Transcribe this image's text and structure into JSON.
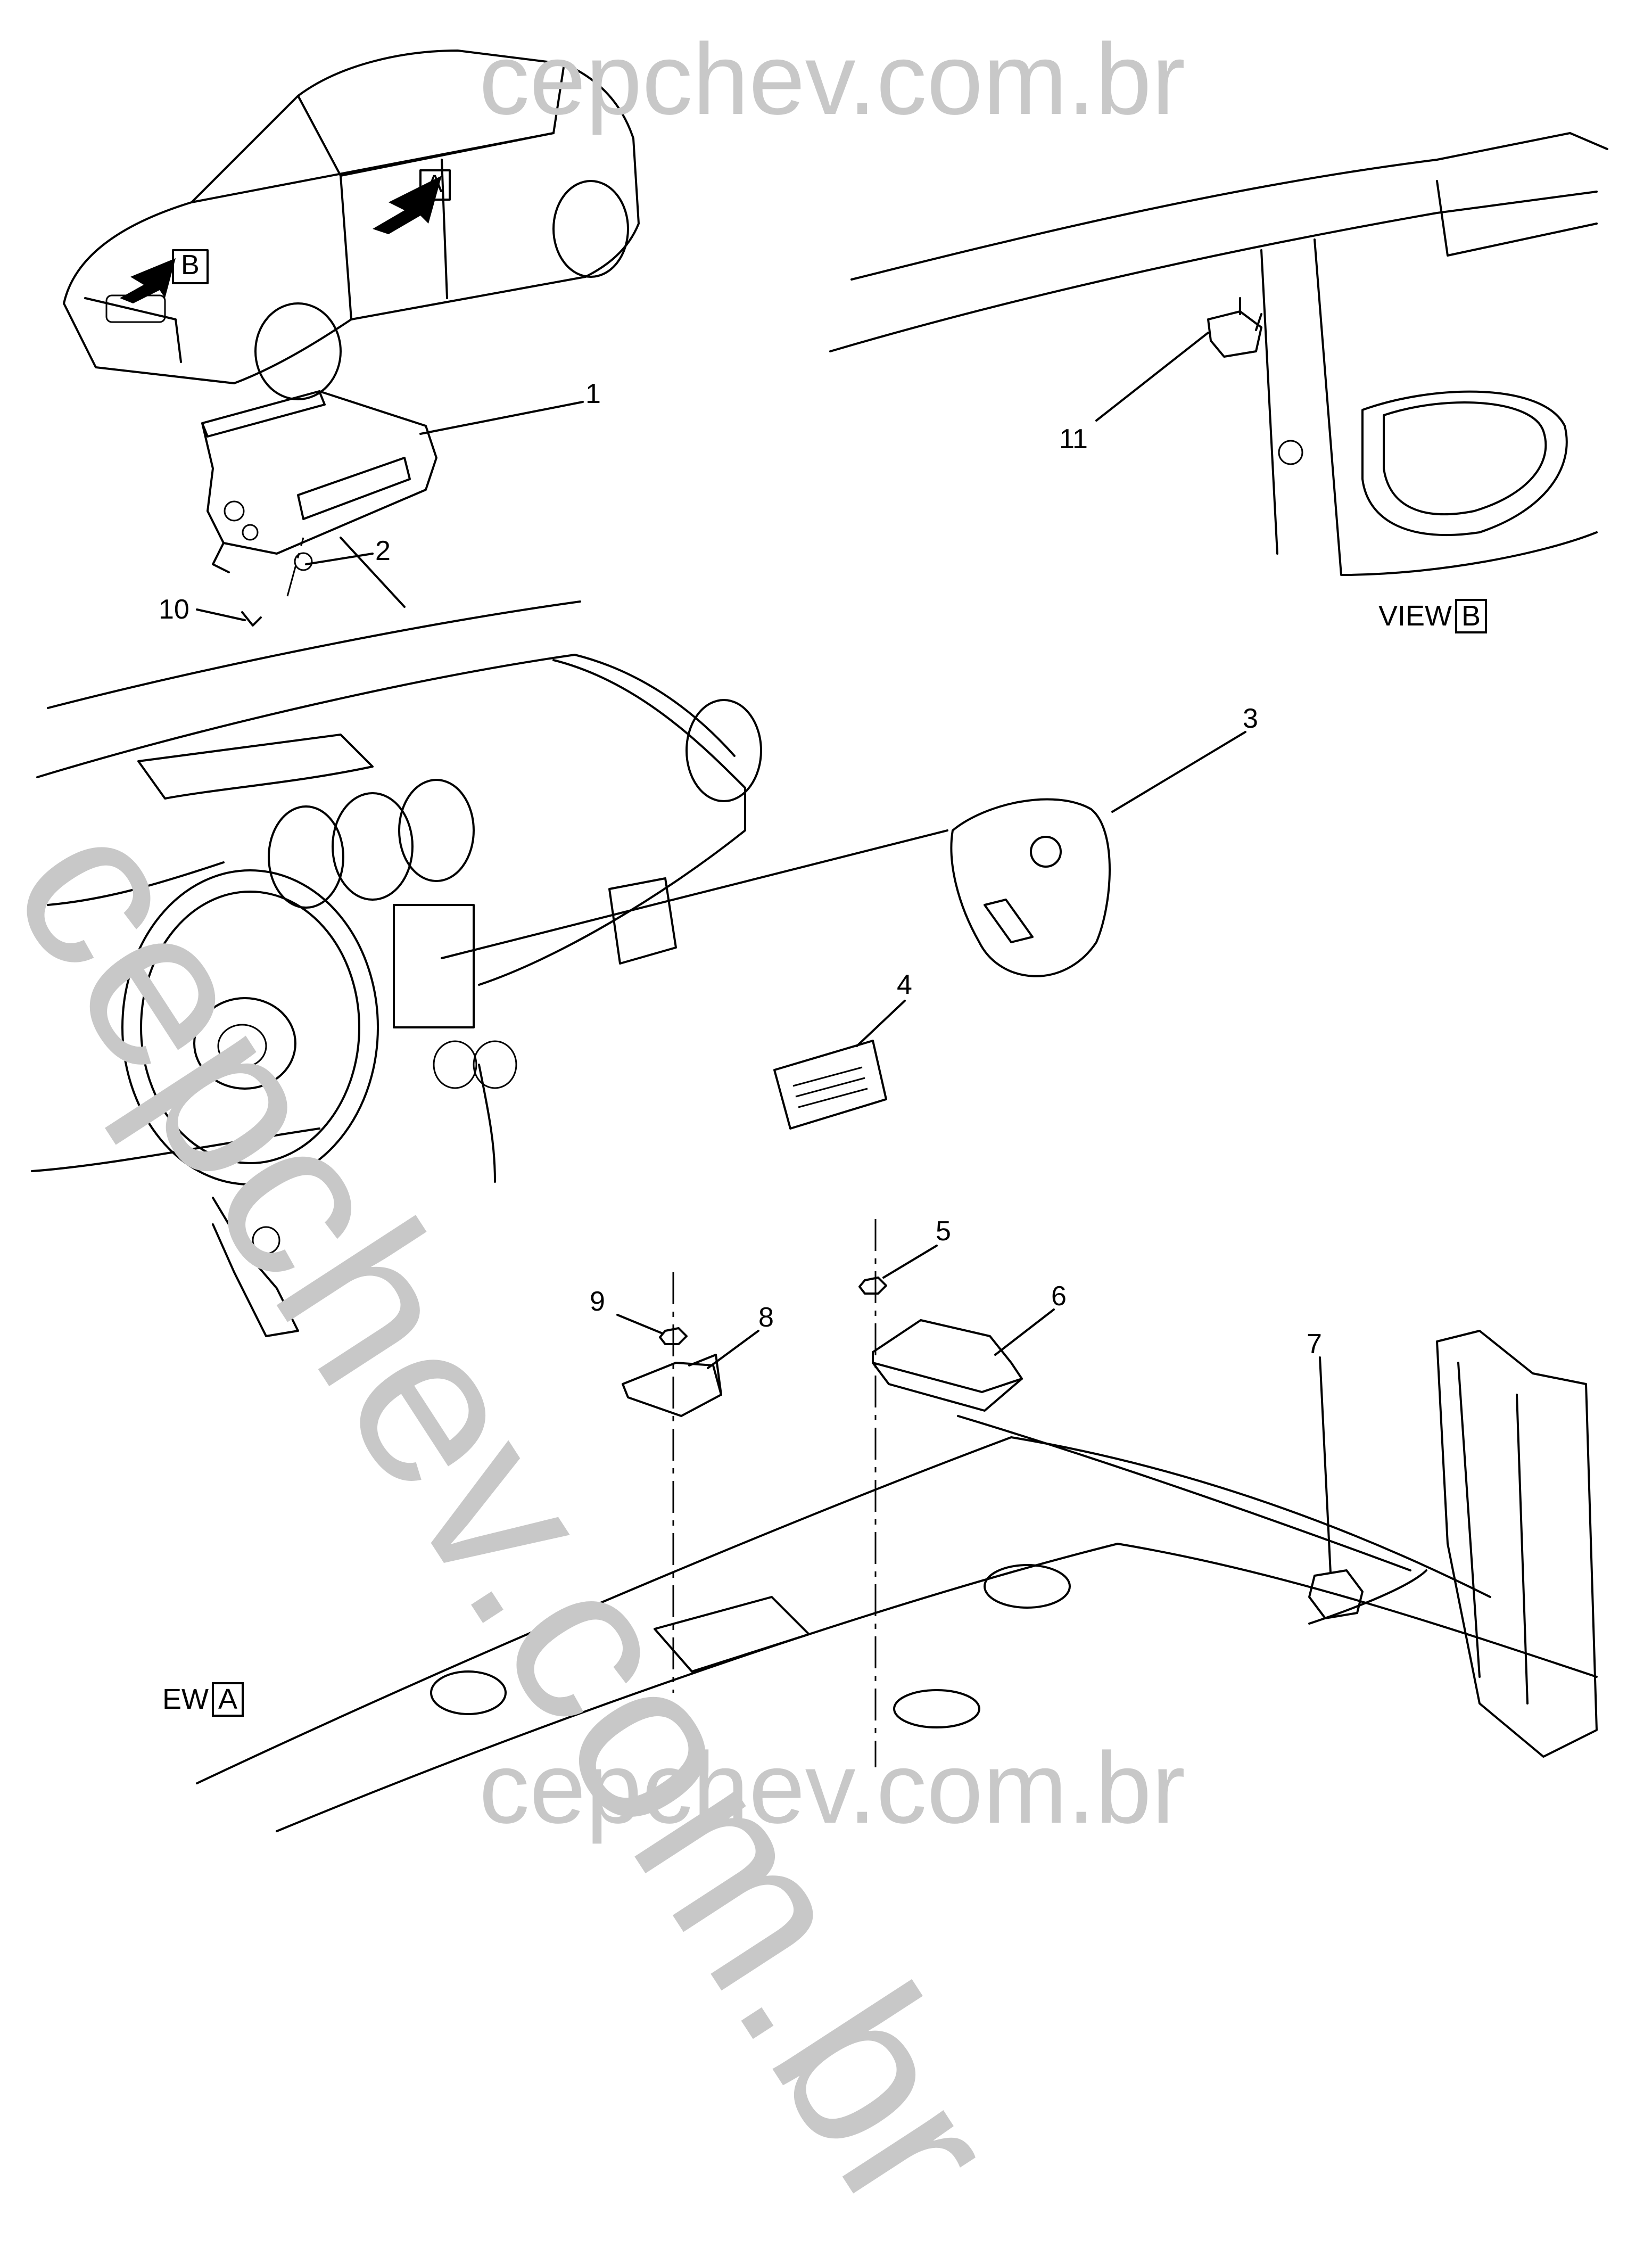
{
  "watermark": {
    "top": "cepchev.com.br",
    "diagonal": "cepchev.com.br",
    "bottom": "cepchev.com.br"
  },
  "view_labels": {
    "view_b": {
      "prefix": "VIEW",
      "box": "B"
    },
    "ew_a": {
      "prefix": "EW",
      "box": "A"
    }
  },
  "arrow_labels": {
    "a": "A",
    "b": "B"
  },
  "callouts": [
    "1",
    "2",
    "3",
    "4",
    "5",
    "6",
    "7",
    "8",
    "9",
    "10",
    "11"
  ]
}
